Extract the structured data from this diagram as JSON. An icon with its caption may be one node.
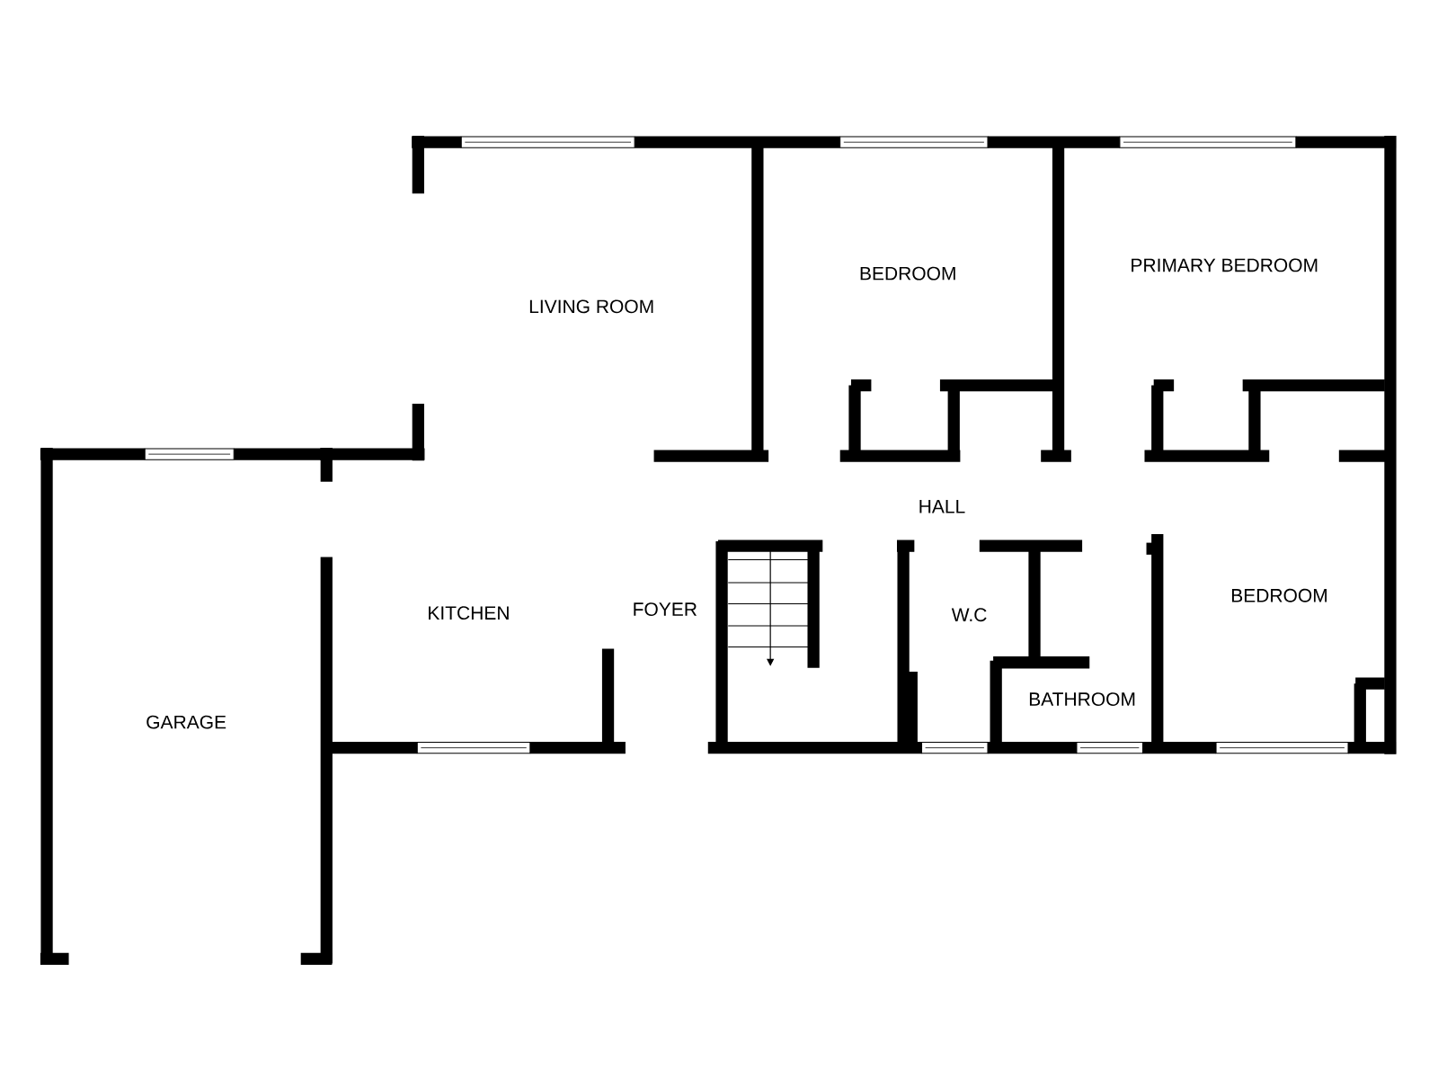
{
  "diagram": {
    "labels": [
      "LIVING ROOM",
      "BEDROOM",
      "PRIMARY BEDROOM",
      "HALL",
      "KITCHEN",
      "FOYER",
      "W.C",
      "BEDROOM",
      "BATHROOM",
      "GARAGE"
    ]
  }
}
